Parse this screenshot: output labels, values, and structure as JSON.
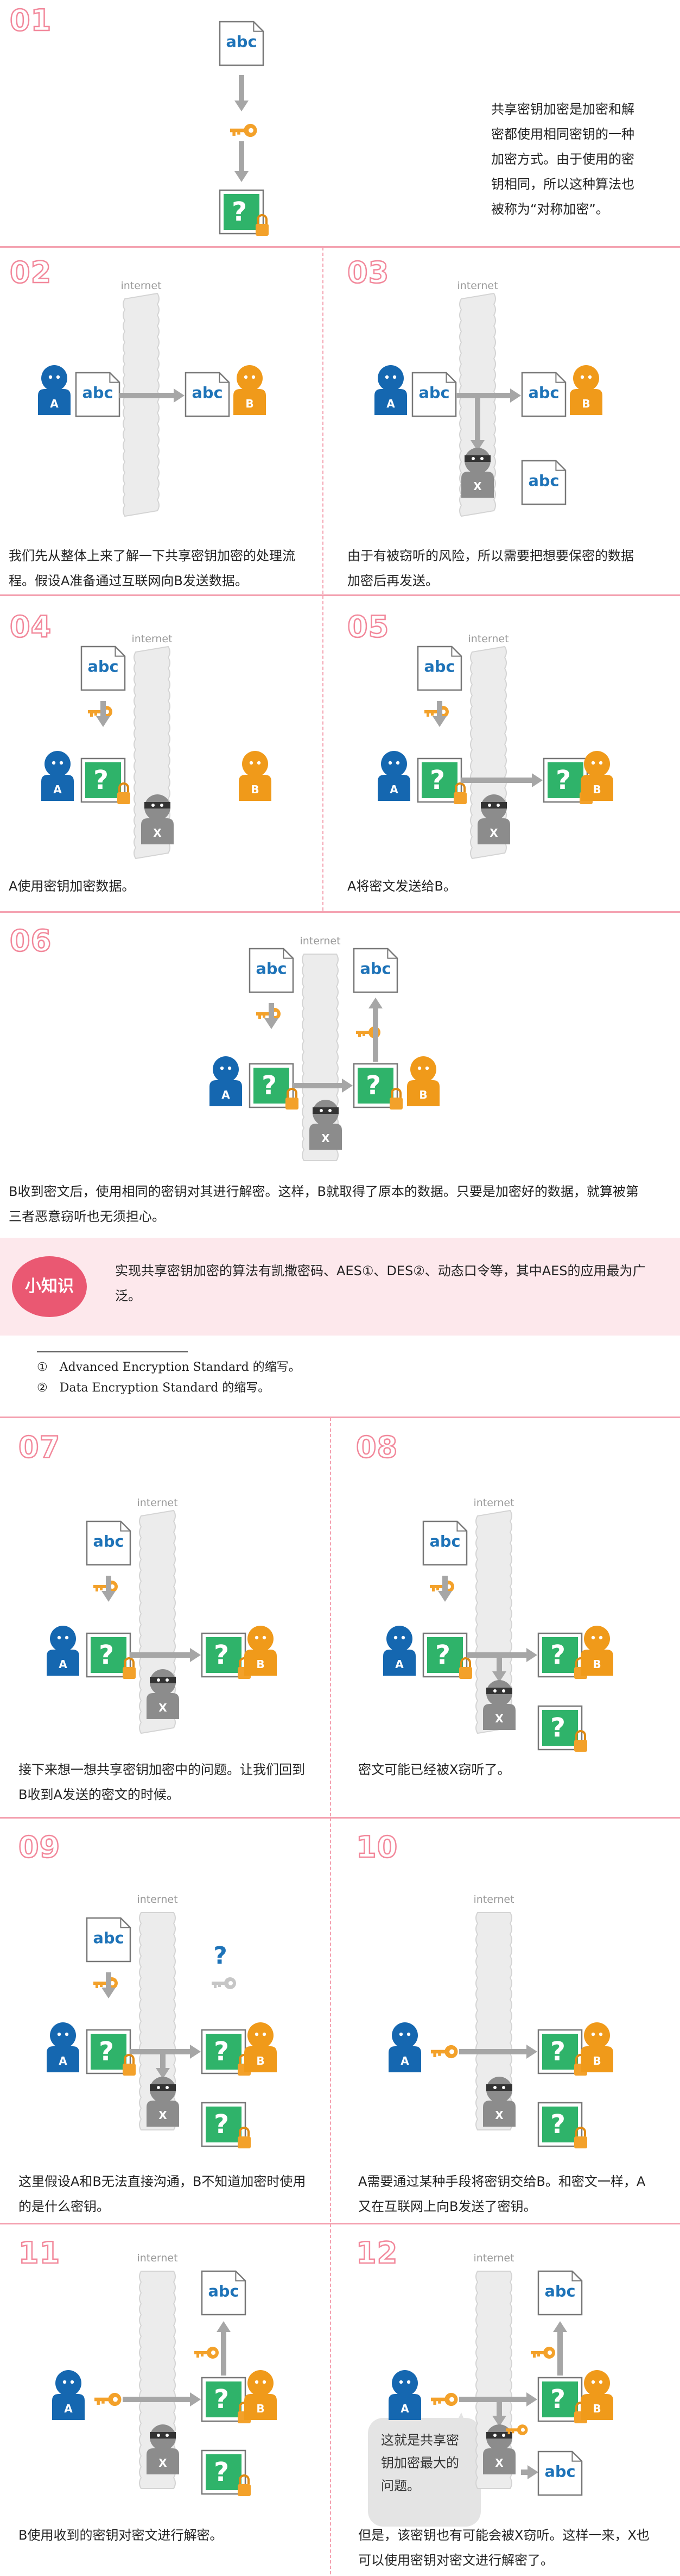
{
  "internet_label": "internet",
  "doc_text": "abc",
  "encrypted_mark": "?",
  "person_a": "A",
  "person_b": "B",
  "person_x": "X",
  "unknown_mark": "?",
  "steps": [
    {
      "num": "01",
      "text": "共享密钥加密是加密和解密都使用相同密钥的一种加密方式。由于使用的密钥相同，所以这种算法也被称为“对称加密”。"
    },
    {
      "num": "02",
      "text": "我们先从整体上来了解一下共享密钥加密的处理流程。假设A准备通过互联网向B发送数据。"
    },
    {
      "num": "03",
      "text": "由于有被窃听的风险，所以需要把想要保密的数据加密后再发送。"
    },
    {
      "num": "04",
      "text": "A使用密钥加密数据。"
    },
    {
      "num": "05",
      "text": "A将密文发送给B。"
    },
    {
      "num": "06",
      "text": "B收到密文后，使用相同的密钥对其进行解密。这样，B就取得了原本的数据。只要是加密好的数据，就算被第三者恶意窃听也无须担心。"
    },
    {
      "num": "07",
      "text": "接下来想一想共享密钥加密中的问题。让我们回到B收到A发送的密文的时候。"
    },
    {
      "num": "08",
      "text": "密文可能已经被X窃听了。"
    },
    {
      "num": "09",
      "text": "这里假设A和B无法直接沟通，B不知道加密时使用的是什么密钥。"
    },
    {
      "num": "10",
      "text": "A需要通过某种手段将密钥交给B。和密文一样，A又在互联网上向B发送了密钥。"
    },
    {
      "num": "11",
      "text": "B使用收到的密钥对密文进行解密。"
    },
    {
      "num": "12",
      "text": "但是，该密钥也有可能会被X窃听。这样一来，X也可以使用密钥对密文进行解密了。"
    }
  ],
  "tip": {
    "badge": "小知识",
    "text": "实现共享密钥加密的算法有凯撒密码、AES①、DES②、动态口令等，其中AES的应用最为广泛。"
  },
  "footnotes": [
    "①　Advanced Encryption Standard 的缩写。",
    "②　Data Encryption Standard 的缩写。"
  ],
  "bubble_text": "这就是共享密钥加密最大的问题。",
  "colors": {
    "accent_pink": "#f2889b",
    "person_a": "#1567b0",
    "person_b": "#f09a1a",
    "person_x": "#8c8c8c",
    "key": "#f3a12a",
    "encrypted": "#2fb36a",
    "arrow": "#a6a6a6"
  }
}
